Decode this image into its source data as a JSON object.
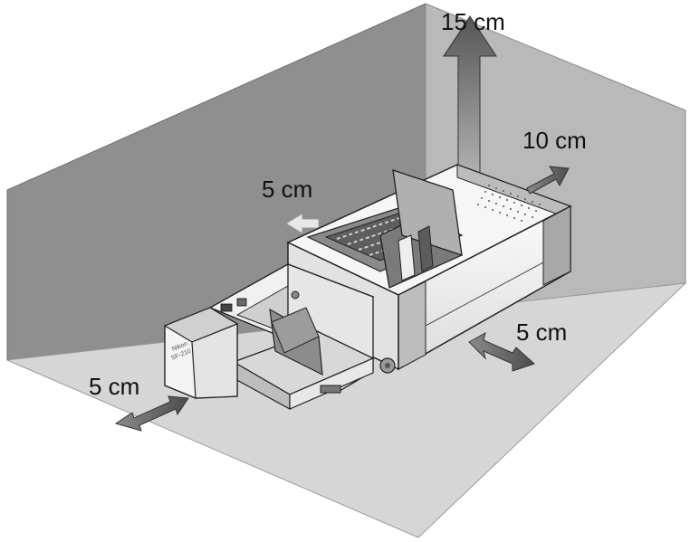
{
  "figure": {
    "clearances": {
      "top": "15 cm",
      "right": "10 cm",
      "back": "5 cm",
      "front_right": "5 cm",
      "front_left": "5 cm"
    },
    "device": {
      "brand_line_1": "Nikon",
      "brand_line_2": "SF-210"
    },
    "colors": {
      "wall_dark": "#8f8f8f",
      "wall_mid": "#b9b9b9",
      "floor": "#d6d6d6",
      "arrow": "#666666",
      "device_body": "#f2f2f2",
      "device_shade": "#a8a8a8",
      "outline": "#222222"
    }
  }
}
